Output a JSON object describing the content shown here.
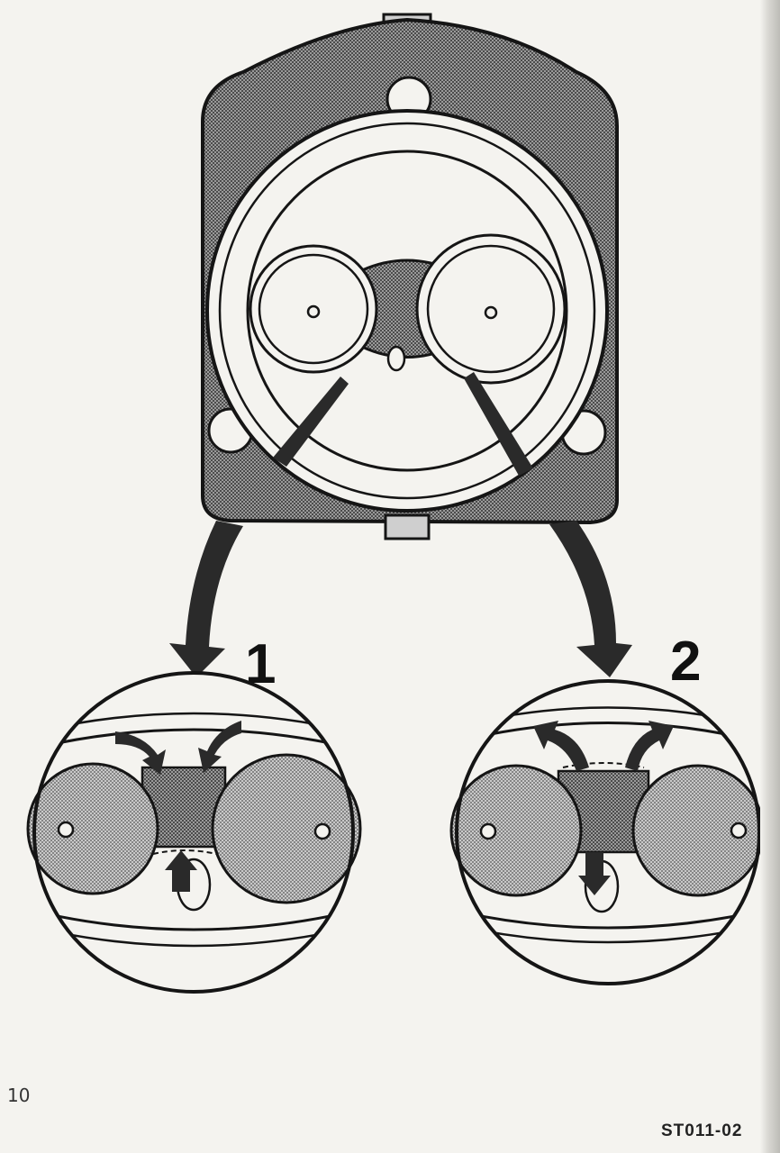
{
  "diagram": {
    "step_labels": [
      "1",
      "2"
    ],
    "colors": {
      "housing": "#8f8f8f",
      "ink": "#151515",
      "paper": "#f4f3ef",
      "shade": "#a3a3a3"
    }
  },
  "footer": {
    "page_number": "10",
    "figure_code": "ST011-02"
  }
}
